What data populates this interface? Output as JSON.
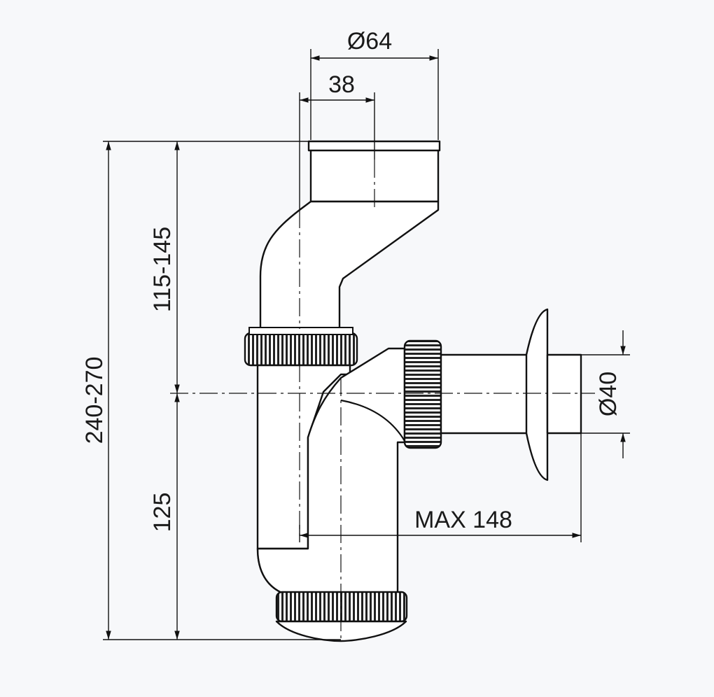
{
  "dimensions": {
    "outlet_diameter": "Ø64",
    "offset": "38",
    "upper_height": "115-145",
    "total_height": "240-270",
    "lower_height": "125",
    "side_outlet_diameter": "Ø40",
    "max_width": "MAX 148"
  }
}
